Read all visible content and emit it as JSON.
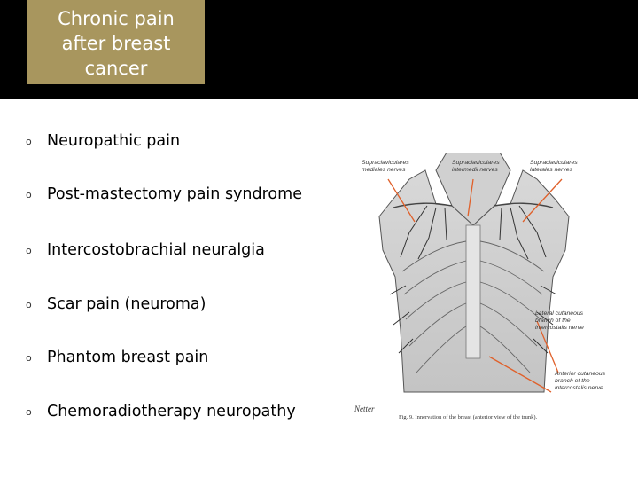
{
  "slide": {
    "title": "Chronic pain\nafter breast\ncancer",
    "bullet_marker": "o",
    "bullets": [
      "Neuropathic pain",
      "Post-mastectomy pain syndrome",
      "Intercostobrachial neuralgia",
      "Scar pain (neuroma)",
      "Phantom breast pain",
      "Chemoradiotherapy neuropathy"
    ]
  },
  "figure": {
    "labels": {
      "supraclavicular_medial": "Supraclaviculares\nmediales nerves",
      "supraclavicular_intermediate": "Supraclaviculares\nintermedii nerves",
      "supraclavicular_lateral": "Supraclaviculares\nlaterales nerves",
      "lateral_cutaneous": "Lateral cutaneous\nbranch of the\nintercostalis nerve",
      "anterior_cutaneous": "Anterior cutaneous\nbranch of the\nintercostalis nerve"
    },
    "caption": "Fig. 9. Innervation of the breast (anterior view of the trunk).",
    "signature": "Netter",
    "leader_color": "#e0602a"
  }
}
